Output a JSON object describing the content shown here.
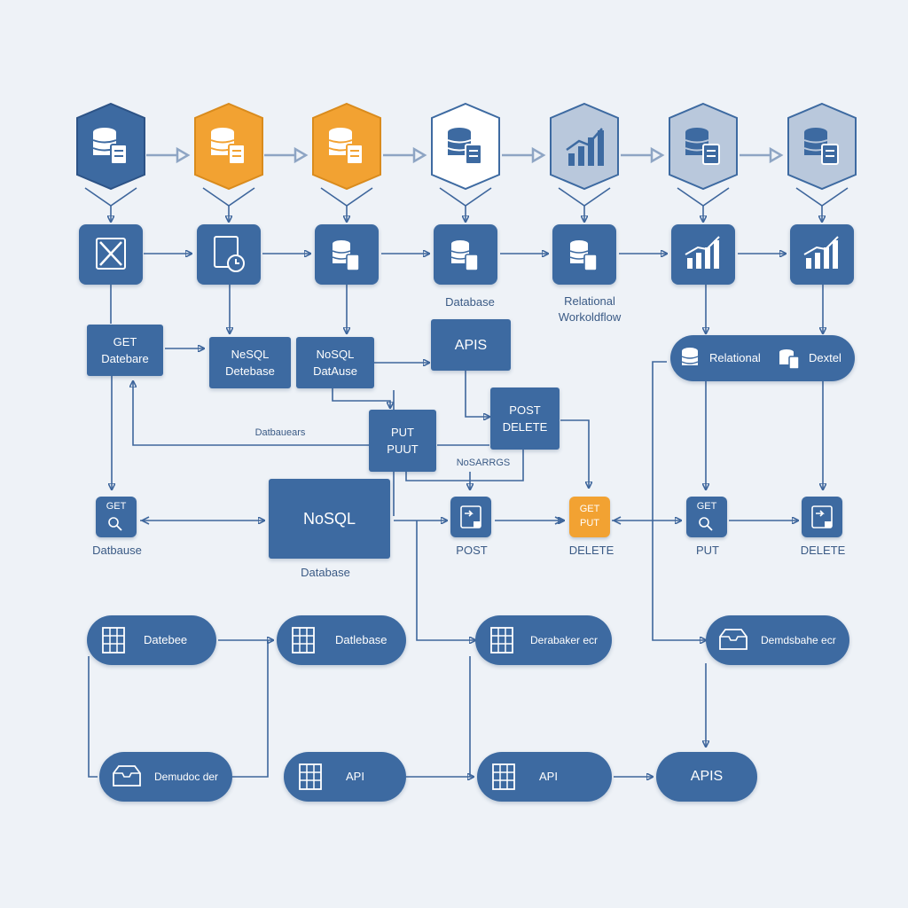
{
  "colors": {
    "primary": "#3d6aa1",
    "orange": "#f2a232",
    "hex_light": "#b9c8dc",
    "background": "#eef2f7"
  },
  "hex_row": [
    {
      "style": "dark",
      "icon": "database-document-icon"
    },
    {
      "style": "orange",
      "icon": "database-document-icon"
    },
    {
      "style": "orange",
      "icon": "database-document-icon"
    },
    {
      "style": "white",
      "icon": "database-document-icon"
    },
    {
      "style": "light",
      "icon": "bar-chart-icon"
    },
    {
      "style": "light",
      "icon": "database-document-icon"
    },
    {
      "style": "light",
      "icon": "database-document-icon"
    }
  ],
  "tile_row": [
    {
      "icon": "x-close-icon"
    },
    {
      "icon": "document-clock-icon"
    },
    {
      "icon": "database-document-icon"
    },
    {
      "icon": "database-document-icon"
    },
    {
      "icon": "database-document-icon"
    },
    {
      "icon": "bar-chart-icon"
    },
    {
      "icon": "bar-chart-icon"
    }
  ],
  "labels": {
    "database_1": "Database",
    "relational_line1": "Relational",
    "relational_line2": "Workoldflow",
    "databases": "Datbauears",
    "nosarrgs": "NoSARRGS",
    "database_2": "Datbause",
    "post": "POST",
    "delete_1": "DELETE",
    "put": "PUT",
    "delete_2": "DELETE",
    "database_3": "Database"
  },
  "boxes": {
    "get_db": [
      "GET",
      "Datebare"
    ],
    "nosql_1": [
      "NeSQL",
      "Detebase"
    ],
    "nosql_2": [
      "NoSQL",
      "DatAuse"
    ],
    "apis": [
      "APIS"
    ],
    "post_delete": [
      "POST",
      "DELETE"
    ],
    "put": [
      "PUT",
      "PUUT"
    ],
    "nosql_big": [
      "NoSQL"
    ]
  },
  "small_nodes": {
    "get_search": "GET",
    "orange_get": "GET",
    "orange_put": "PUT",
    "get_search_2": "GET"
  },
  "relational_pill": {
    "left": "Relational",
    "right": "Dextel"
  },
  "pills": {
    "p1": "Datebee",
    "p2": "Datlebase",
    "p3": "Derabaker ecr",
    "p4": "Demdsbahe ecr",
    "p5": "Demudoc der",
    "p6": "API",
    "p7": "API",
    "p8": "APIS"
  }
}
